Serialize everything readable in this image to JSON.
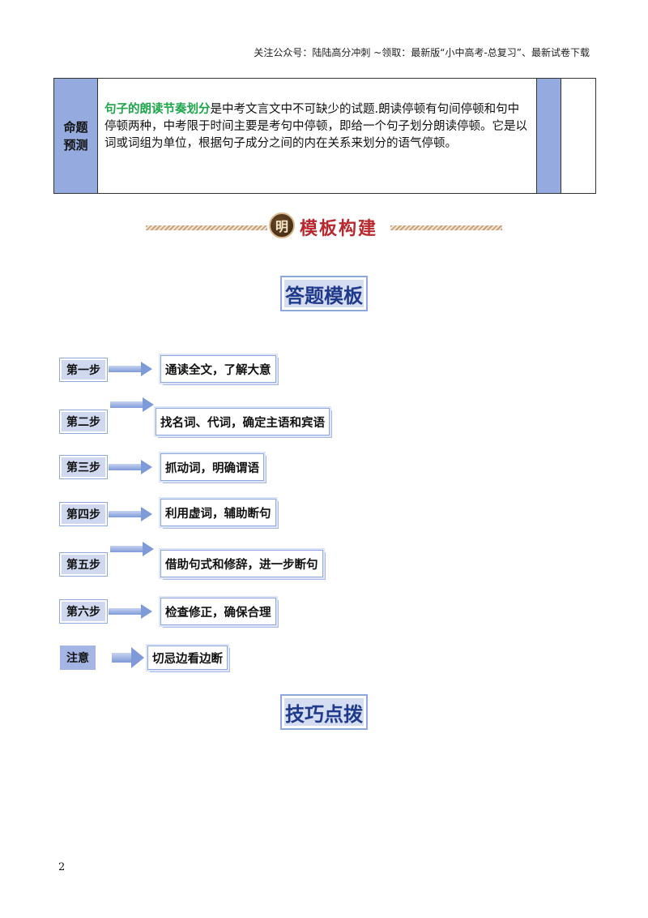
{
  "header_note": "关注公众号：陆陆高分冲刺 ~领取：最新版“小中高考-总复习”、最新试卷下载",
  "prediction": {
    "label_line1": "命题",
    "label_line2": "预测",
    "highlight": "句子的朗读节奏划分",
    "text": "是中考文言文中不可缺少的试题.朗读停顿有句间停顿和句中停顿两种，中考限于时间主要是考句中停顿，即给一个句子划分朗读停顿。它是以词或词组为单位，根据句子成分之间的内在关系来划分的语气停顿。"
  },
  "banner": {
    "seal": "明",
    "title": "模板构建"
  },
  "answer_template_title": "答题模板",
  "steps": [
    {
      "label": "第一步",
      "text": "通读全文，了解大意"
    },
    {
      "label": "第二步",
      "text": "找名词、代词，确定主语和宾语"
    },
    {
      "label": "第三步",
      "text": "抓动词，明确谓语"
    },
    {
      "label": "第四步",
      "text": "利用虚词，辅助断句"
    },
    {
      "label": "第五步",
      "text": "借助句式和修辞，进一步断句"
    },
    {
      "label": "第六步",
      "text": "检查修正，确保合理"
    }
  ],
  "note": {
    "label": "注意",
    "text": "切忌边看边断"
  },
  "tips_title": "技巧点拨",
  "page_number": "2"
}
